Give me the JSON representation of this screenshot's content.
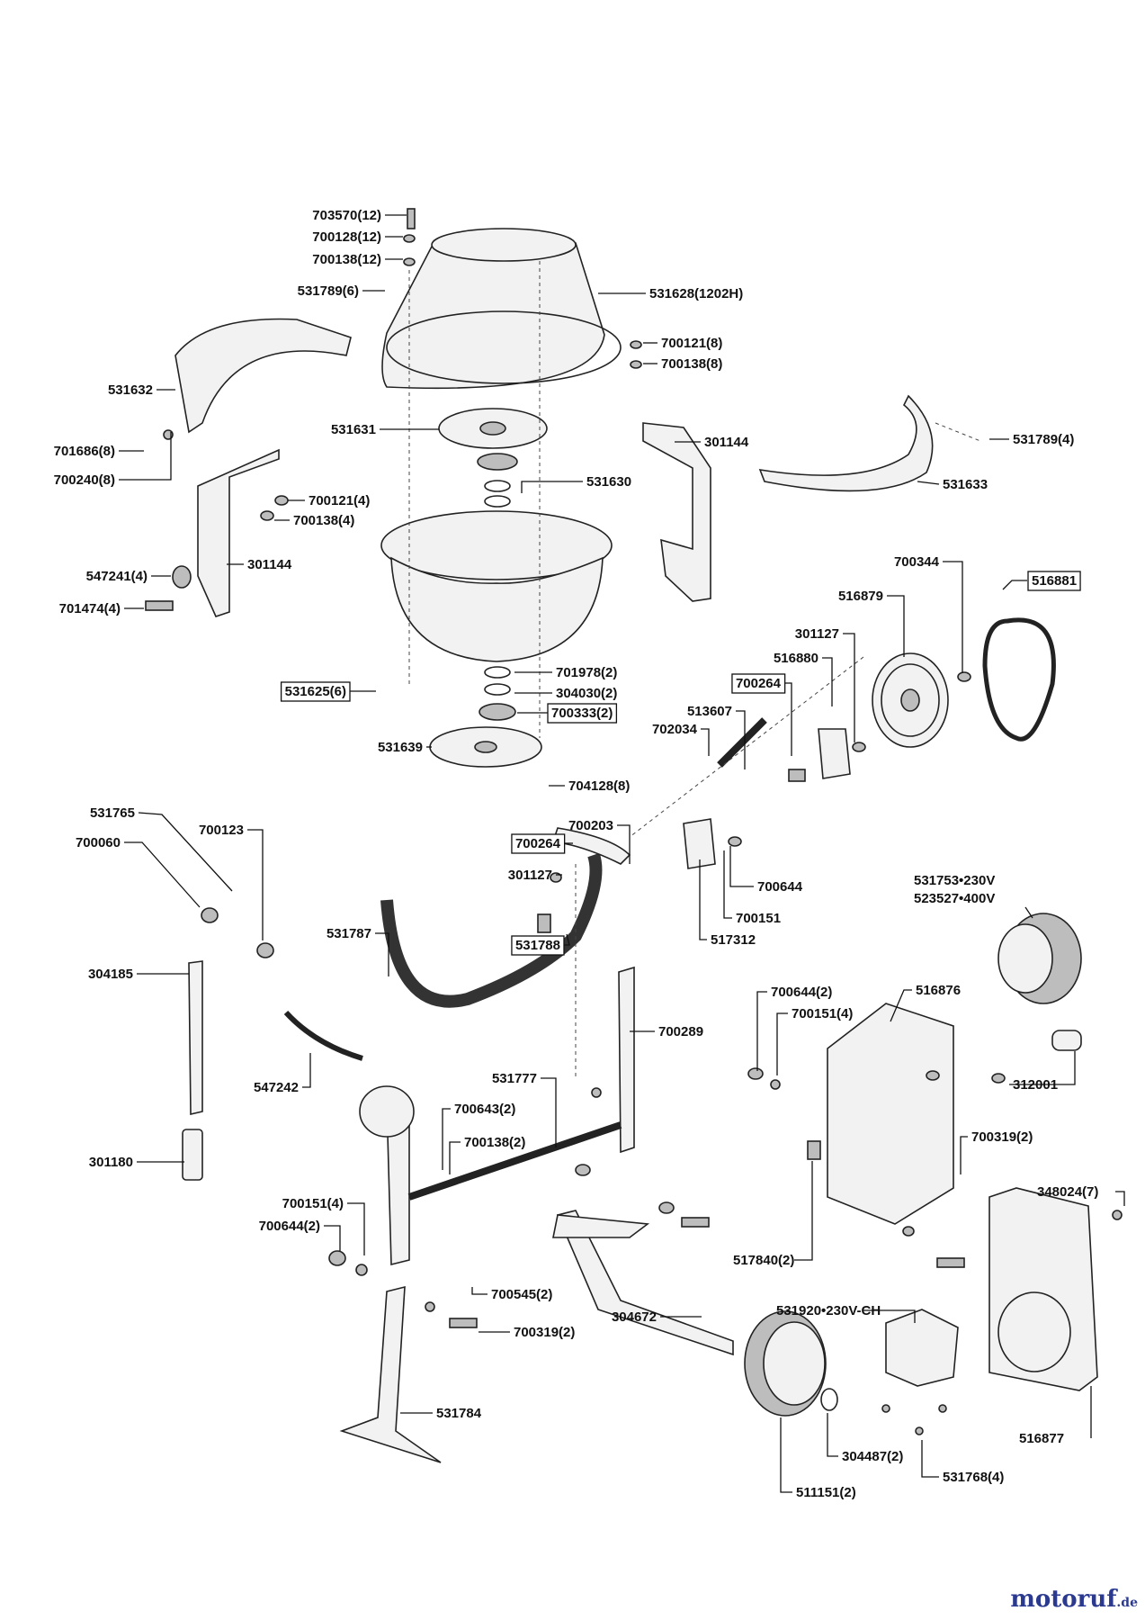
{
  "labels": [
    "703570(12)",
    "700128(12)",
    "700138(12)",
    "531789(6)",
    "531628(1202H)",
    "700121(8)",
    "700138(8)",
    "531632",
    "531631",
    "531789(4)",
    "301144",
    "531633",
    "701686(8)",
    "700240(8)",
    "531630",
    "700121(4)",
    "700138(4)",
    "301144",
    "547241(4)",
    "701474(4)",
    "700344",
    "516881",
    "516879",
    "301127",
    "516880",
    "531625(6)",
    "701978(2)",
    "304030(2)",
    "700264",
    "700333(2)",
    "513607",
    "702034",
    "531639",
    "704128(8)",
    "531765",
    "700203",
    "700123",
    "700060",
    "700264",
    "301127",
    "700644",
    "700151",
    "531753•230V",
    "523527•400V",
    "517312",
    "531788",
    "531787",
    "304185",
    "516876",
    "700644(2)",
    "700151(4)",
    "700289",
    "312001",
    "531777",
    "547242",
    "700643(2)",
    "700319(2)",
    "301180",
    "700138(2)",
    "348024(7)",
    "700151(4)",
    "700644(2)",
    "517840(2)",
    "700545(2)",
    "531920•230V-CH",
    "304672",
    "700319(2)",
    "531784",
    "516877",
    "304487(2)",
    "531768(4)",
    "511151(2)"
  ],
  "brand": {
    "name": "motoruf",
    "suffix": ".de"
  }
}
